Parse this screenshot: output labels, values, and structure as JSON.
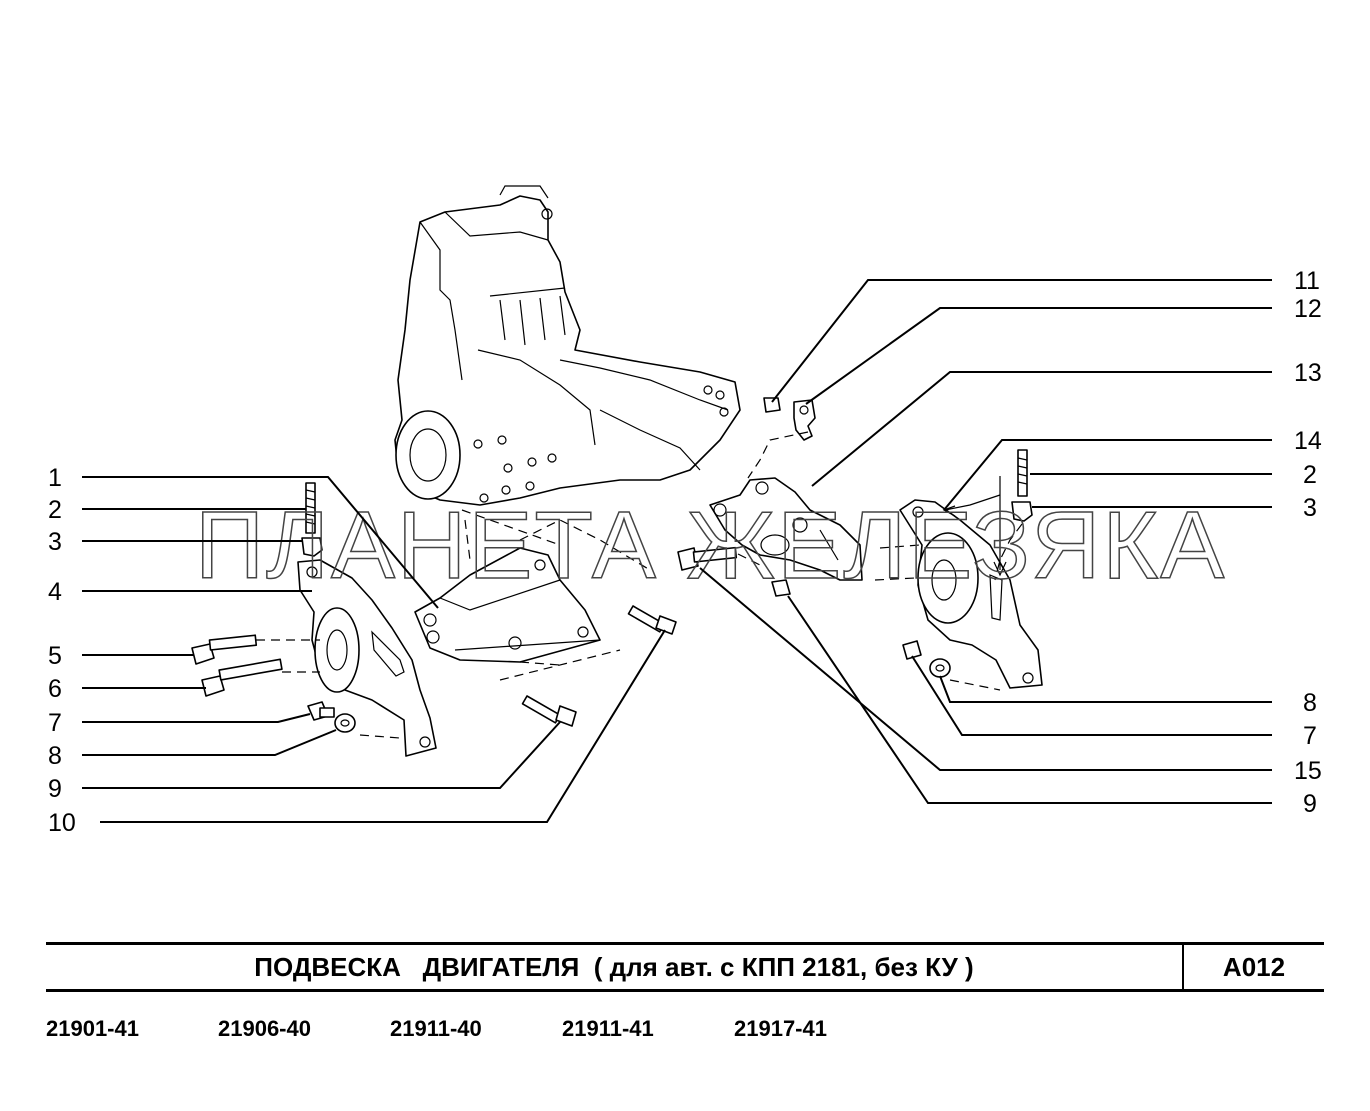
{
  "watermark": "ПЛАНЕТА ЖЕЛЕЗЯКА",
  "callouts_left": [
    "1",
    "2",
    "3",
    "4",
    "5",
    "6",
    "7",
    "8",
    "9",
    "10"
  ],
  "callouts_right": [
    "11",
    "12",
    "13",
    "14",
    "2",
    "3",
    "8",
    "7",
    "15",
    "9"
  ],
  "title": "ПОДВЕСКА   ДВИГАТЕЛЯ  ( для авт. с КПП 2181, без КУ )",
  "code": "А012",
  "models": [
    "21901-41",
    "21906-40",
    "21911-40",
    "21911-41",
    "21917-41"
  ]
}
